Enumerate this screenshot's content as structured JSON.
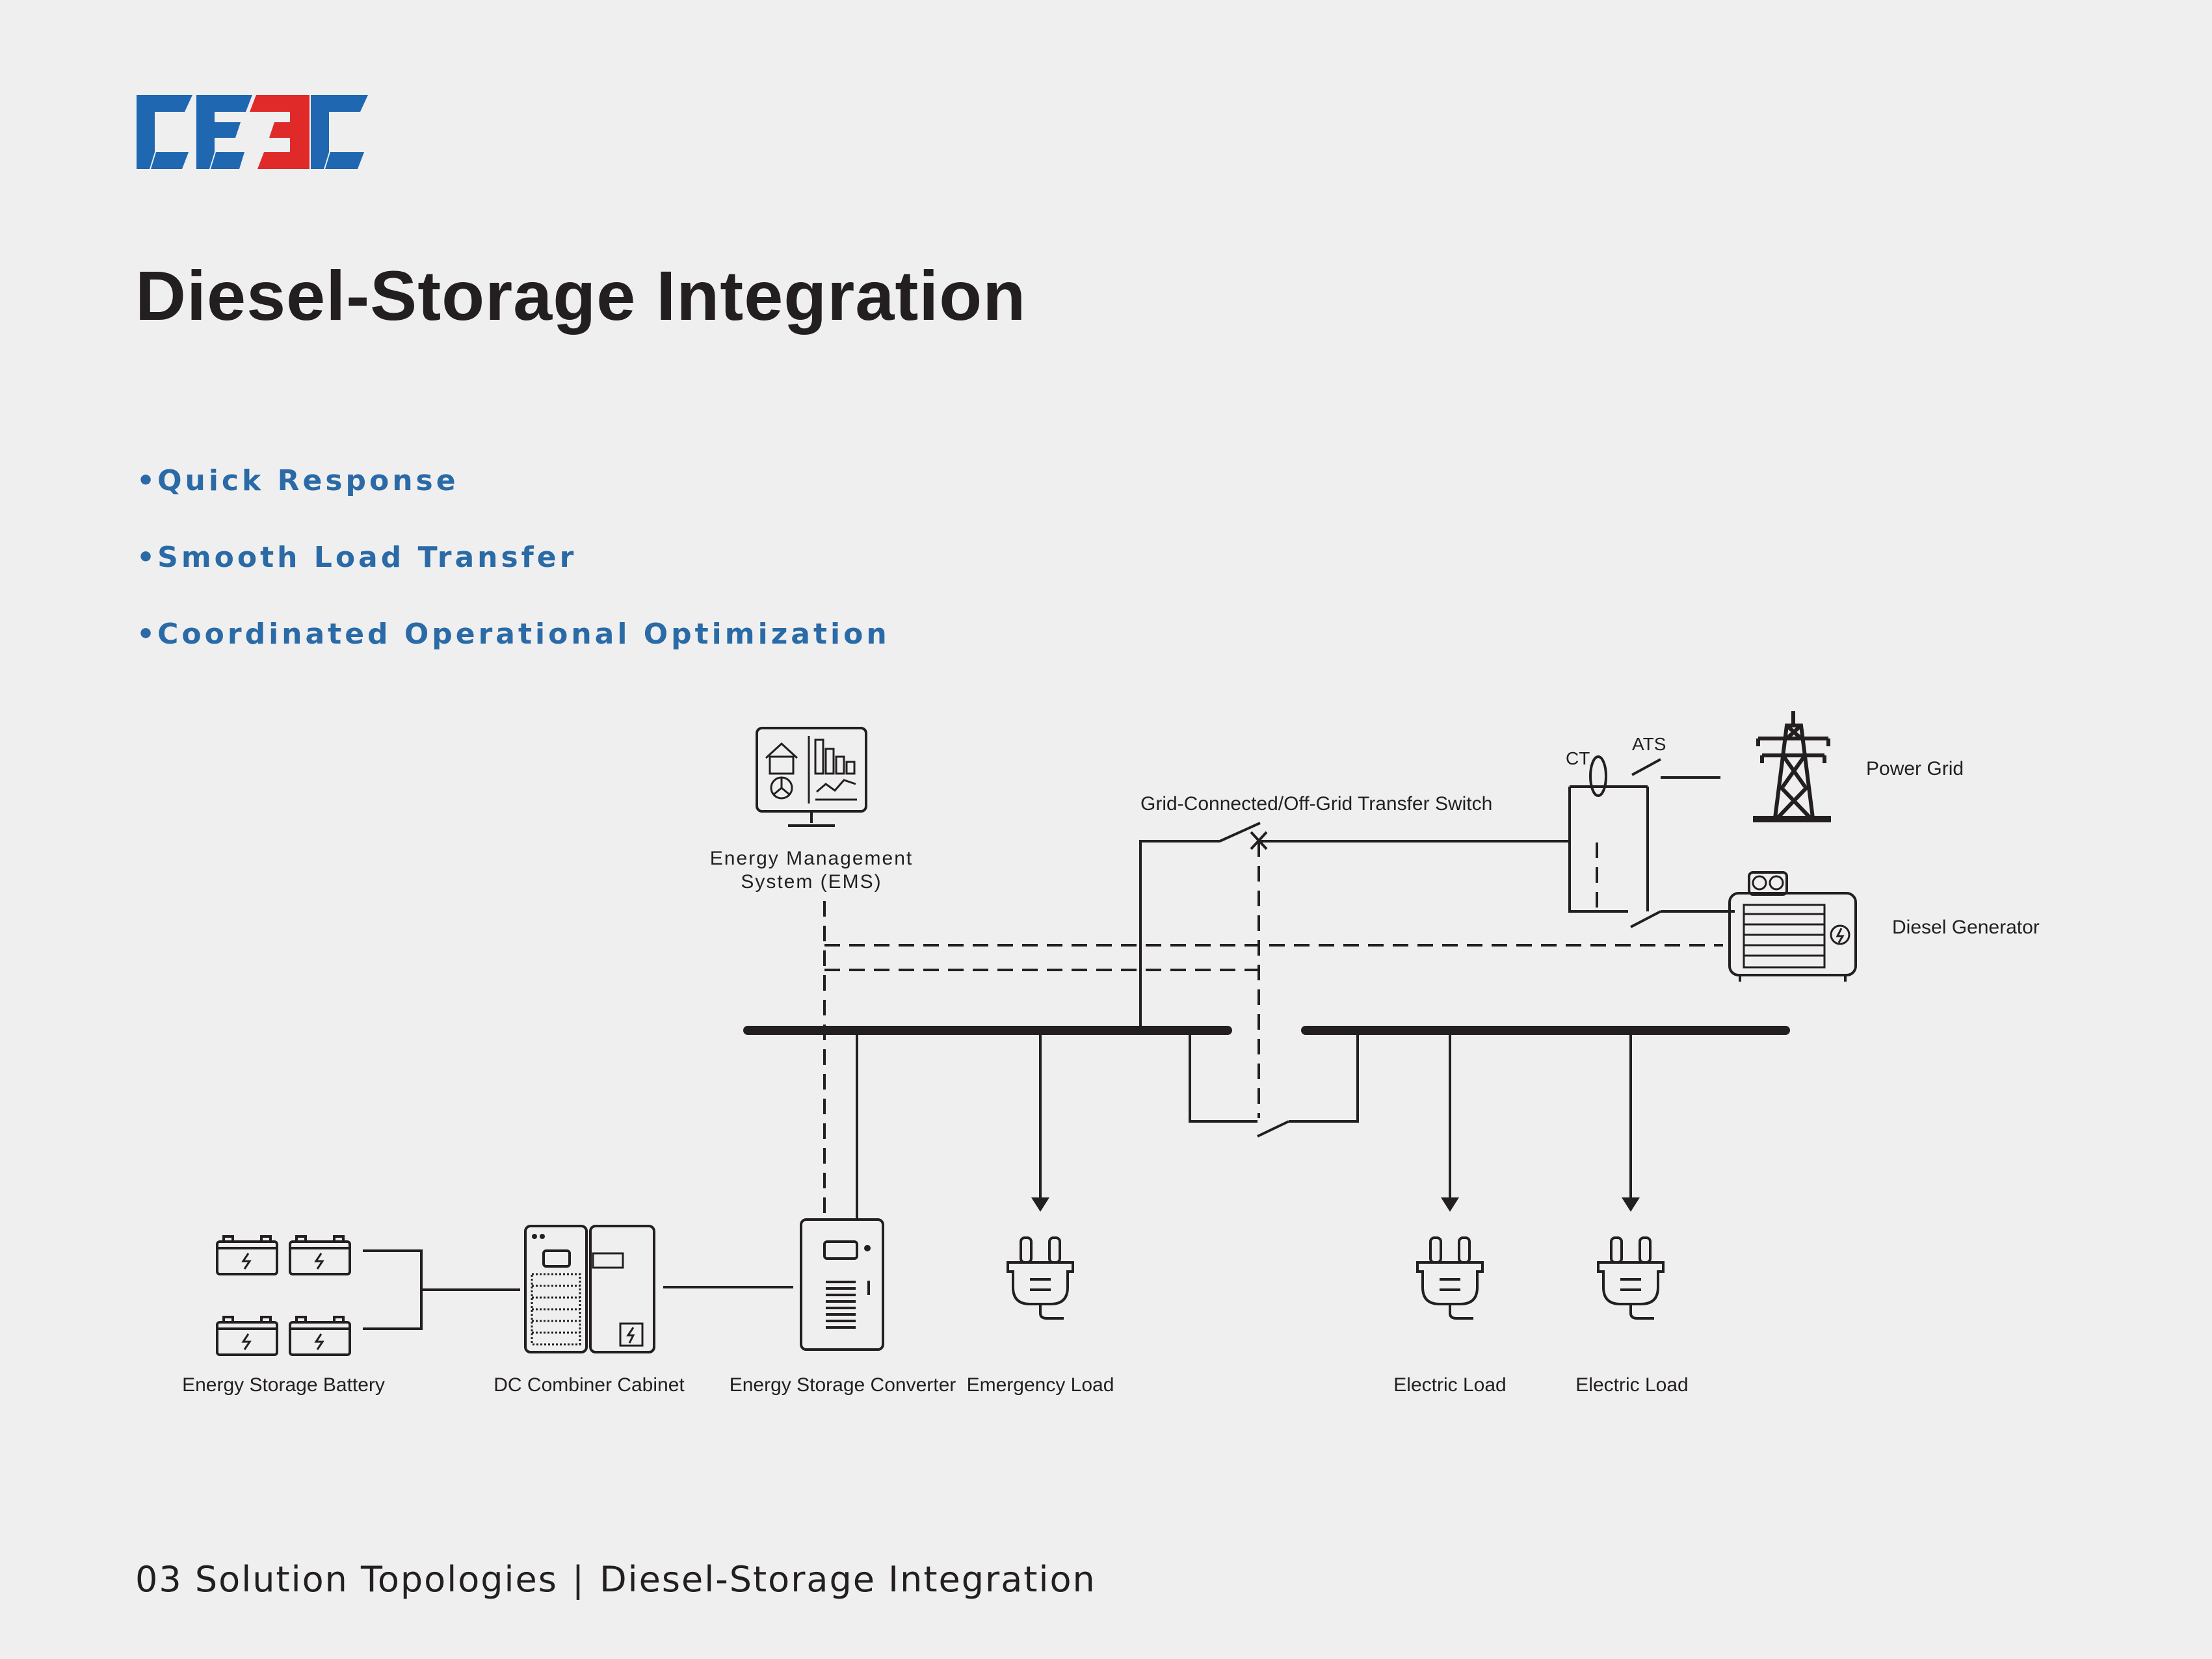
{
  "logo": {
    "text": "CEEC",
    "colors": {
      "blue": "#1f67b0",
      "red": "#e02a2a"
    }
  },
  "title": "Diesel-Storage Integration",
  "features": [
    "Quick Response",
    "Smooth Load Transfer",
    "Coordinated Operational Optimization"
  ],
  "bullet": "•",
  "diagram": {
    "ems_label_line1": "Energy Management",
    "ems_label_line2": "System (EMS)",
    "transfer_switch_label": "Grid-Connected/Off-Grid Transfer Switch",
    "ct_label": "CT",
    "ats_label": "ATS",
    "power_grid_label": "Power Grid",
    "diesel_generator_label": "Diesel Generator",
    "battery_label": "Energy Storage Battery",
    "combiner_label": "DC Combiner Cabinet",
    "converter_label": "Energy Storage Converter",
    "emergency_load_label": "Emergency Load",
    "electric_load_1_label": "Electric Load",
    "electric_load_2_label": "Electric Load"
  },
  "footer": {
    "section": "03 Solution Topologies",
    "separator": "|",
    "page": "Diesel-Storage Integration"
  },
  "colors": {
    "accent": "#2a6aa6",
    "background": "#efefef",
    "ink": "#231f20"
  }
}
